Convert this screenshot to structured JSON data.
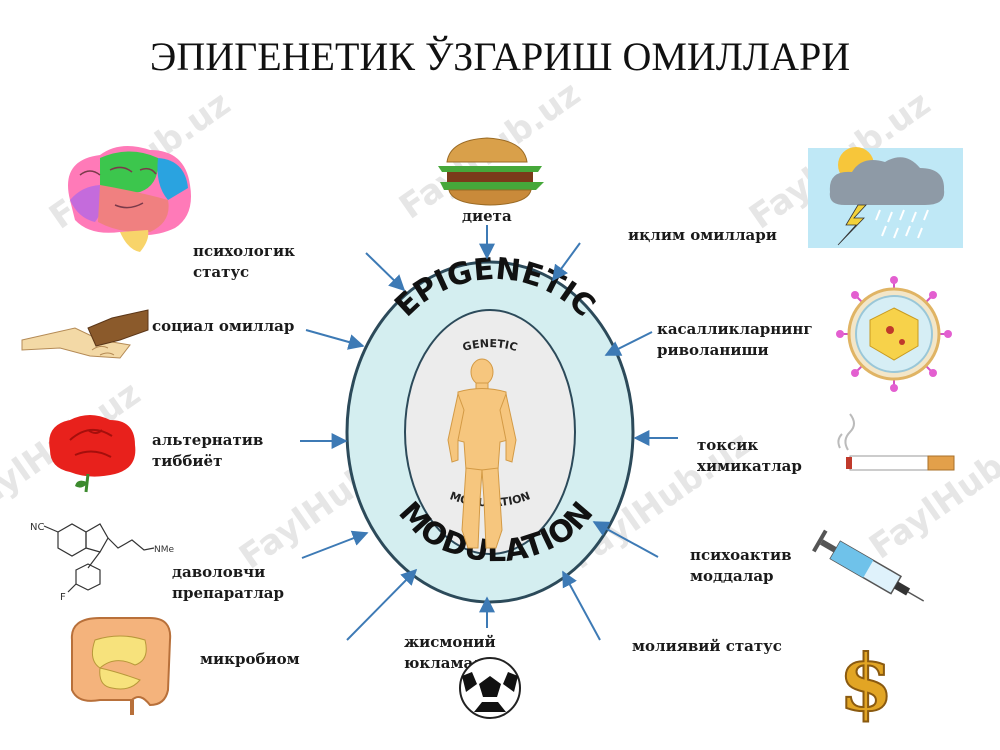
{
  "title": "ЭПИГЕНЕТИК ЎЗГАРИШ ОМИЛЛАРИ",
  "center": {
    "outer_top": "EPIGENETIC",
    "outer_bottom": "MODULATION",
    "inner_top": "GENETIC",
    "inner_bottom": "MODULATION"
  },
  "factors": {
    "psychological": [
      "психологик",
      "статус"
    ],
    "social": [
      "социал омиллар"
    ],
    "alternative_medicine": [
      "альтернатив",
      "тиббиёт"
    ],
    "medications": [
      "даволовчи",
      "препаратлар"
    ],
    "microbiome": [
      "микробиом"
    ],
    "diet": [
      "диета"
    ],
    "physical_load": [
      "жисмоний",
      "юкламалар"
    ],
    "climate": [
      "иқлим омиллари"
    ],
    "disease": [
      "касалликларнинг",
      "риволаниши"
    ],
    "toxic": [
      "токсик",
      "химикатлар"
    ],
    "psychoactive": [
      "психоактив",
      "моддалар"
    ],
    "financial": [
      "молиявий статус"
    ]
  },
  "molecule": {
    "label_nc": "NC",
    "label_nme": "NMe",
    "label_f": "F"
  },
  "watermark": "FaylHub.uz",
  "colors": {
    "outer_ring": "#d4eef0",
    "inner_ring": "#ececec",
    "ring_stroke": "#2c4a5a",
    "arrow": "#3d7ab5",
    "human": "#f6c67e"
  }
}
